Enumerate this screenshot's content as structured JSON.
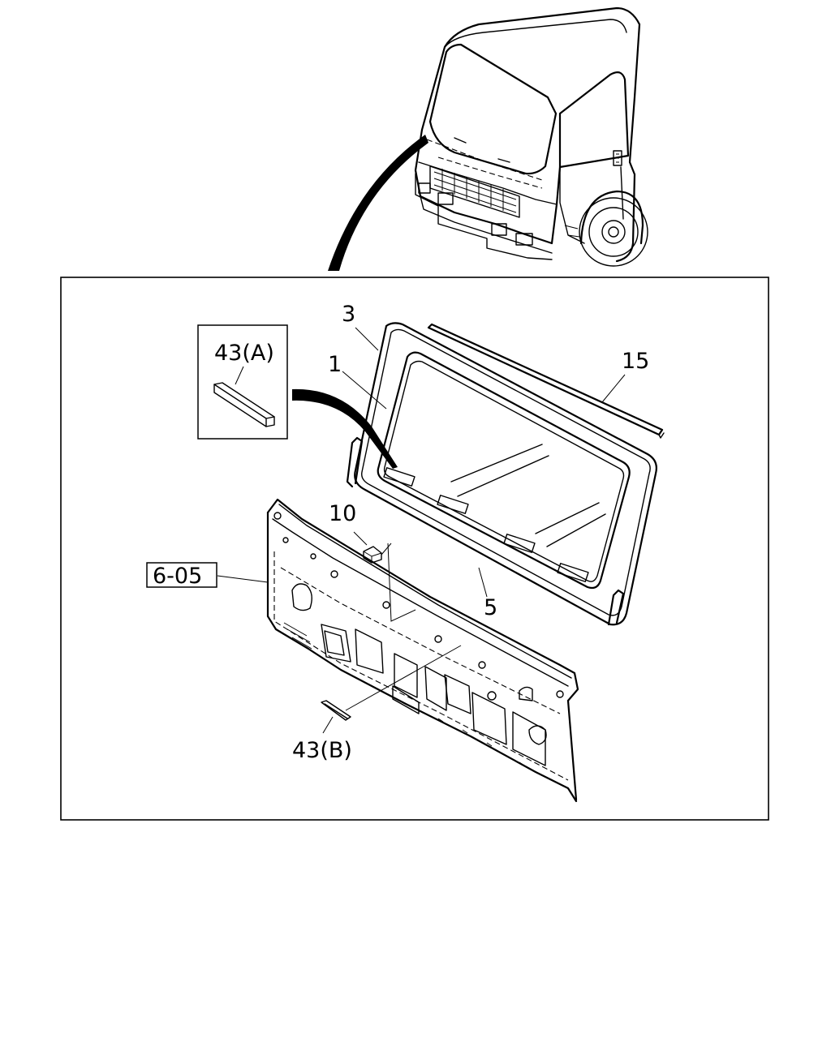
{
  "callouts": {
    "part_1": "1",
    "part_3": "3",
    "part_5": "5",
    "part_10": "10",
    "part_15": "15",
    "part_43a": "43(A)",
    "part_43b": "43(B)",
    "ref_box": "6-05"
  }
}
